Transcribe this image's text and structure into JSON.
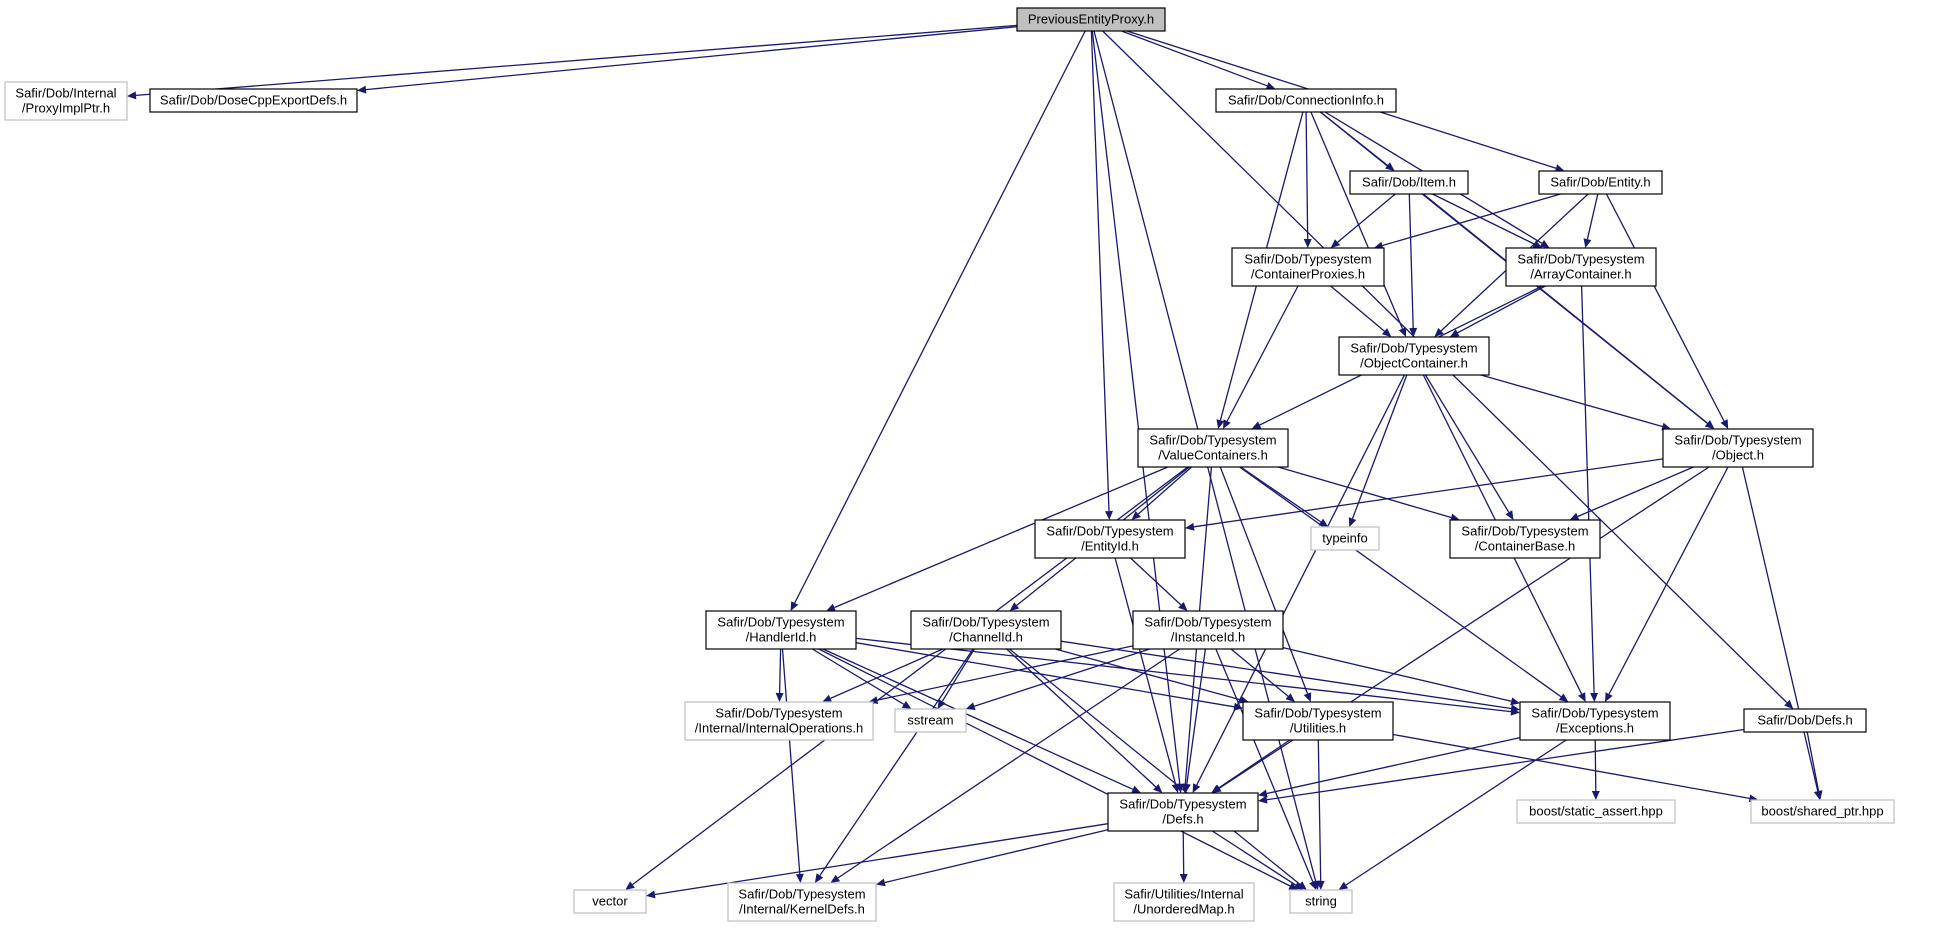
{
  "diagram": {
    "title": "PreviousEntityProxy.h",
    "nodes": [
      {
        "id": "root",
        "label": [
          "PreviousEntityProxy.h"
        ],
        "style": "root"
      },
      {
        "id": "proxyimpl",
        "label": [
          "Safir/Dob/Internal",
          "/ProxyImplPtr.h"
        ],
        "style": "external"
      },
      {
        "id": "dosecpp",
        "label": [
          "Safir/Dob/DoseCppExportDefs.h"
        ],
        "style": "documented"
      },
      {
        "id": "conninfo",
        "label": [
          "Safir/Dob/ConnectionInfo.h"
        ],
        "style": "documented"
      },
      {
        "id": "item",
        "label": [
          "Safir/Dob/Item.h"
        ],
        "style": "documented"
      },
      {
        "id": "entity",
        "label": [
          "Safir/Dob/Entity.h"
        ],
        "style": "documented"
      },
      {
        "id": "contproxies",
        "label": [
          "Safir/Dob/Typesystem",
          "/ContainerProxies.h"
        ],
        "style": "documented"
      },
      {
        "id": "arraycont",
        "label": [
          "Safir/Dob/Typesystem",
          "/ArrayContainer.h"
        ],
        "style": "documented"
      },
      {
        "id": "objcont",
        "label": [
          "Safir/Dob/Typesystem",
          "/ObjectContainer.h"
        ],
        "style": "documented"
      },
      {
        "id": "valcont",
        "label": [
          "Safir/Dob/Typesystem",
          "/ValueContainers.h"
        ],
        "style": "documented"
      },
      {
        "id": "object",
        "label": [
          "Safir/Dob/Typesystem",
          "/Object.h"
        ],
        "style": "documented"
      },
      {
        "id": "entityid",
        "label": [
          "Safir/Dob/Typesystem",
          "/EntityId.h"
        ],
        "style": "documented"
      },
      {
        "id": "typeinfo",
        "label": [
          "typeinfo"
        ],
        "style": "external"
      },
      {
        "id": "contbase",
        "label": [
          "Safir/Dob/Typesystem",
          "/ContainerBase.h"
        ],
        "style": "documented"
      },
      {
        "id": "handlerid",
        "label": [
          "Safir/Dob/Typesystem",
          "/HandlerId.h"
        ],
        "style": "documented"
      },
      {
        "id": "channelid",
        "label": [
          "Safir/Dob/Typesystem",
          "/ChannelId.h"
        ],
        "style": "documented"
      },
      {
        "id": "instanceid",
        "label": [
          "Safir/Dob/Typesystem",
          "/InstanceId.h"
        ],
        "style": "documented"
      },
      {
        "id": "intops",
        "label": [
          "Safir/Dob/Typesystem",
          "/Internal/InternalOperations.h"
        ],
        "style": "external"
      },
      {
        "id": "sstream",
        "label": [
          "sstream"
        ],
        "style": "external"
      },
      {
        "id": "utilities",
        "label": [
          "Safir/Dob/Typesystem",
          "/Utilities.h"
        ],
        "style": "documented"
      },
      {
        "id": "exceptions",
        "label": [
          "Safir/Dob/Typesystem",
          "/Exceptions.h"
        ],
        "style": "documented"
      },
      {
        "id": "dobdefs",
        "label": [
          "Safir/Dob/Defs.h"
        ],
        "style": "documented"
      },
      {
        "id": "tsdefs",
        "label": [
          "Safir/Dob/Typesystem",
          "/Defs.h"
        ],
        "style": "documented"
      },
      {
        "id": "staticassert",
        "label": [
          "boost/static_assert.hpp"
        ],
        "style": "external"
      },
      {
        "id": "sharedptr",
        "label": [
          "boost/shared_ptr.hpp"
        ],
        "style": "external"
      },
      {
        "id": "vector",
        "label": [
          "vector"
        ],
        "style": "external"
      },
      {
        "id": "kerneldefs",
        "label": [
          "Safir/Dob/Typesystem",
          "/Internal/KernelDefs.h"
        ],
        "style": "external"
      },
      {
        "id": "unorderedmap",
        "label": [
          "Safir/Utilities/Internal",
          "/UnorderedMap.h"
        ],
        "style": "external"
      },
      {
        "id": "string",
        "label": [
          "string"
        ],
        "style": "external"
      }
    ],
    "edges": [
      [
        "root",
        "proxyimpl"
      ],
      [
        "root",
        "dosecpp"
      ],
      [
        "root",
        "conninfo"
      ],
      [
        "root",
        "entity"
      ],
      [
        "root",
        "entityid"
      ],
      [
        "root",
        "handlerid"
      ],
      [
        "root",
        "tsdefs"
      ],
      [
        "root",
        "dobdefs"
      ],
      [
        "root",
        "string"
      ],
      [
        "conninfo",
        "item"
      ],
      [
        "conninfo",
        "contproxies"
      ],
      [
        "conninfo",
        "arraycont"
      ],
      [
        "conninfo",
        "objcont"
      ],
      [
        "conninfo",
        "valcont"
      ],
      [
        "conninfo",
        "object"
      ],
      [
        "item",
        "contproxies"
      ],
      [
        "item",
        "arraycont"
      ],
      [
        "item",
        "objcont"
      ],
      [
        "item",
        "object"
      ],
      [
        "entity",
        "contproxies"
      ],
      [
        "entity",
        "arraycont"
      ],
      [
        "entity",
        "objcont"
      ],
      [
        "entity",
        "object"
      ],
      [
        "contproxies",
        "objcont"
      ],
      [
        "contproxies",
        "valcont"
      ],
      [
        "arraycont",
        "objcont"
      ],
      [
        "arraycont",
        "valcont"
      ],
      [
        "arraycont",
        "exceptions"
      ],
      [
        "objcont",
        "object"
      ],
      [
        "objcont",
        "typeinfo"
      ],
      [
        "objcont",
        "contbase"
      ],
      [
        "objcont",
        "exceptions"
      ],
      [
        "objcont",
        "tsdefs"
      ],
      [
        "valcont",
        "entityid"
      ],
      [
        "valcont",
        "typeinfo"
      ],
      [
        "valcont",
        "contbase"
      ],
      [
        "valcont",
        "handlerid"
      ],
      [
        "valcont",
        "channelid"
      ],
      [
        "valcont",
        "utilities"
      ],
      [
        "valcont",
        "exceptions"
      ],
      [
        "valcont",
        "tsdefs"
      ],
      [
        "valcont",
        "vector"
      ],
      [
        "object",
        "entityid"
      ],
      [
        "object",
        "contbase"
      ],
      [
        "object",
        "exceptions"
      ],
      [
        "object",
        "tsdefs"
      ],
      [
        "object",
        "sharedptr"
      ],
      [
        "entityid",
        "instanceid"
      ],
      [
        "entityid",
        "tsdefs"
      ],
      [
        "handlerid",
        "intops"
      ],
      [
        "handlerid",
        "sstream"
      ],
      [
        "handlerid",
        "utilities"
      ],
      [
        "handlerid",
        "exceptions"
      ],
      [
        "handlerid",
        "tsdefs"
      ],
      [
        "handlerid",
        "kerneldefs"
      ],
      [
        "handlerid",
        "string"
      ],
      [
        "channelid",
        "intops"
      ],
      [
        "channelid",
        "sstream"
      ],
      [
        "channelid",
        "utilities"
      ],
      [
        "channelid",
        "exceptions"
      ],
      [
        "channelid",
        "tsdefs"
      ],
      [
        "channelid",
        "kerneldefs"
      ],
      [
        "channelid",
        "string"
      ],
      [
        "instanceid",
        "intops"
      ],
      [
        "instanceid",
        "sstream"
      ],
      [
        "instanceid",
        "utilities"
      ],
      [
        "instanceid",
        "exceptions"
      ],
      [
        "instanceid",
        "tsdefs"
      ],
      [
        "instanceid",
        "kerneldefs"
      ],
      [
        "instanceid",
        "string"
      ],
      [
        "utilities",
        "tsdefs"
      ],
      [
        "utilities",
        "string"
      ],
      [
        "utilities",
        "sharedptr"
      ],
      [
        "exceptions",
        "tsdefs"
      ],
      [
        "exceptions",
        "staticassert"
      ],
      [
        "exceptions",
        "string"
      ],
      [
        "dobdefs",
        "tsdefs"
      ],
      [
        "dobdefs",
        "sharedptr"
      ],
      [
        "tsdefs",
        "vector"
      ],
      [
        "tsdefs",
        "kerneldefs"
      ],
      [
        "tsdefs",
        "unorderedmap"
      ],
      [
        "tsdefs",
        "string"
      ]
    ]
  }
}
